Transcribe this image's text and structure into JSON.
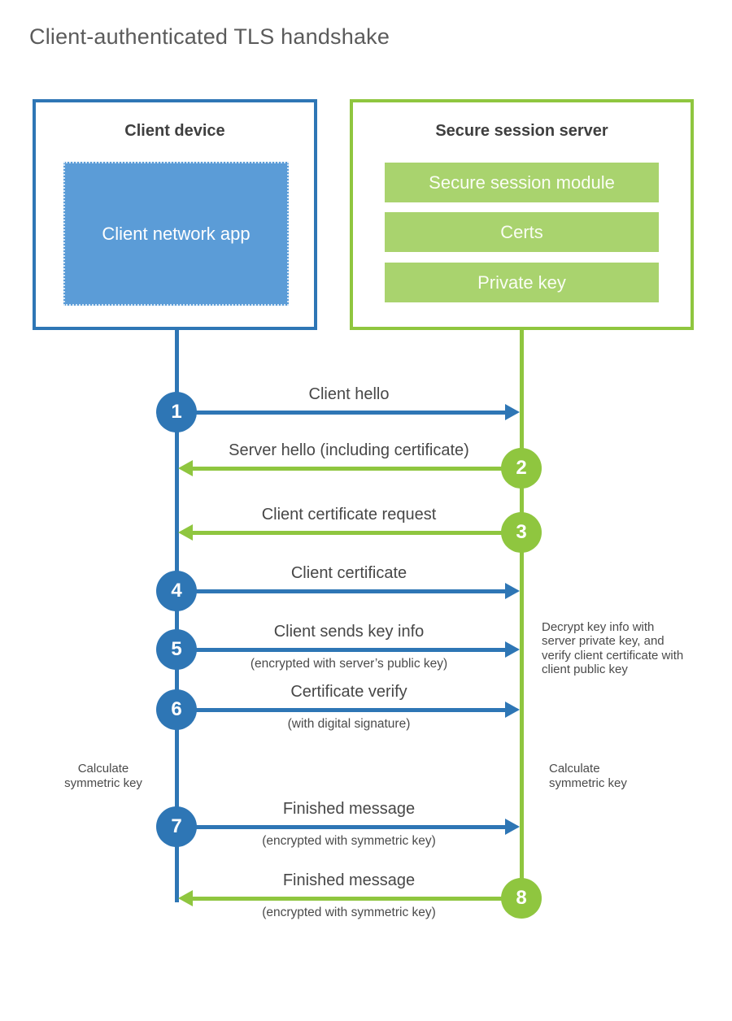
{
  "page_title": "Client-authenticated TLS handshake",
  "client_box": {
    "title": "Client device",
    "app_label": "Client network app"
  },
  "server_box": {
    "title": "Secure session server",
    "modules": [
      "Secure session module",
      "Certs",
      "Private key"
    ]
  },
  "steps": [
    {
      "num": "1",
      "direction": "client-to-server",
      "label": "Client hello",
      "sub": ""
    },
    {
      "num": "2",
      "direction": "server-to-client",
      "label": "Server hello (including certificate)",
      "sub": ""
    },
    {
      "num": "3",
      "direction": "server-to-client",
      "label": "Client certificate request",
      "sub": ""
    },
    {
      "num": "4",
      "direction": "client-to-server",
      "label": "Client certificate",
      "sub": ""
    },
    {
      "num": "5",
      "direction": "client-to-server",
      "label": "Client sends key info",
      "sub": "(encrypted with server’s public key)"
    },
    {
      "num": "6",
      "direction": "client-to-server",
      "label": "Certificate verify",
      "sub": "(with digital signature)"
    },
    {
      "num": "7",
      "direction": "client-to-server",
      "label": "Finished message",
      "sub": "(encrypted with symmetric key)"
    },
    {
      "num": "8",
      "direction": "server-to-client",
      "label": "Finished message",
      "sub": "(encrypted with symmetric key)"
    }
  ],
  "annotations": {
    "decrypt_note": "Decrypt key info with server private key, and verify client certificate with client public key",
    "calc_left": "Calculate symmetric key",
    "calc_right": "Calculate symmetric key"
  },
  "colors": {
    "client_blue": "#2e76b5",
    "client_fill_blue": "#5b9cd7",
    "server_green": "#8fc63f",
    "server_fill_green": "#a9d36e",
    "title_gray": "#5b5b5b",
    "label_gray": "#474747"
  }
}
